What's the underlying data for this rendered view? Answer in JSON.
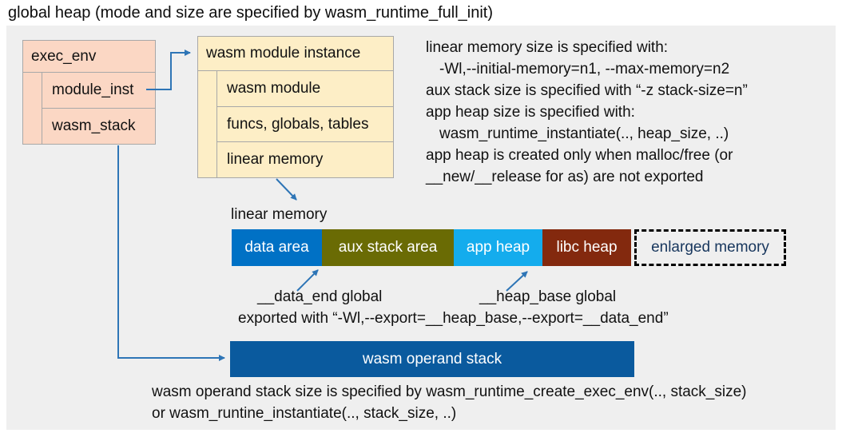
{
  "title": "global heap (mode and size are specified by wasm_runtime_full_init)",
  "exec_env_box": {
    "header": "exec_env",
    "rows": [
      "module_inst",
      "wasm_stack"
    ]
  },
  "module_instance_box": {
    "header": "wasm module instance",
    "rows": [
      "wasm module",
      "funcs, globals, tables",
      "linear memory"
    ]
  },
  "notes_right": {
    "lines": [
      "linear memory size is specified with:",
      "-Wl,--initial-memory=n1, --max-memory=n2",
      "aux stack size is specified with “-z stack-size=n”",
      "app heap size is specified with:",
      "wasm_runtime_instantiate(.., heap_size, ..)",
      "app heap is created only when malloc/free (or",
      "__new/__release for as) are not exported"
    ]
  },
  "linear_memory": {
    "label": "linear memory",
    "segments": [
      {
        "label": "data area",
        "color": "#0071c5"
      },
      {
        "label": "aux stack area",
        "color": "#6a6b04"
      },
      {
        "label": "app heap",
        "color": "#14aced"
      },
      {
        "label": "libc heap",
        "color": "#83290e"
      },
      {
        "label": "enlarged memory",
        "color": "transparent",
        "text_color": "#17365d",
        "style": "dashed"
      }
    ]
  },
  "annotations": {
    "data_end_label": "__data_end global",
    "heap_base_label": "__heap_base global",
    "export_line": "exported with “-Wl,--export=__heap_base,--export=__data_end”"
  },
  "operand_stack": {
    "label": "wasm operand stack",
    "color": "#0a5a9e",
    "note_line1": "wasm operand stack size is specified by wasm_runtime_create_exec_env(.., stack_size)",
    "note_line2": "or wasm_runtine_instantiate(.., stack_size, ..)"
  },
  "colors": {
    "panel_bg": "#efefef",
    "exec_env_fill": "#fbd7c4",
    "module_box_fill": "#fdeec6",
    "box_border": "#a8a8a8",
    "arrow_blue": "#2e75b6",
    "enlarged_text": "#17365d"
  }
}
